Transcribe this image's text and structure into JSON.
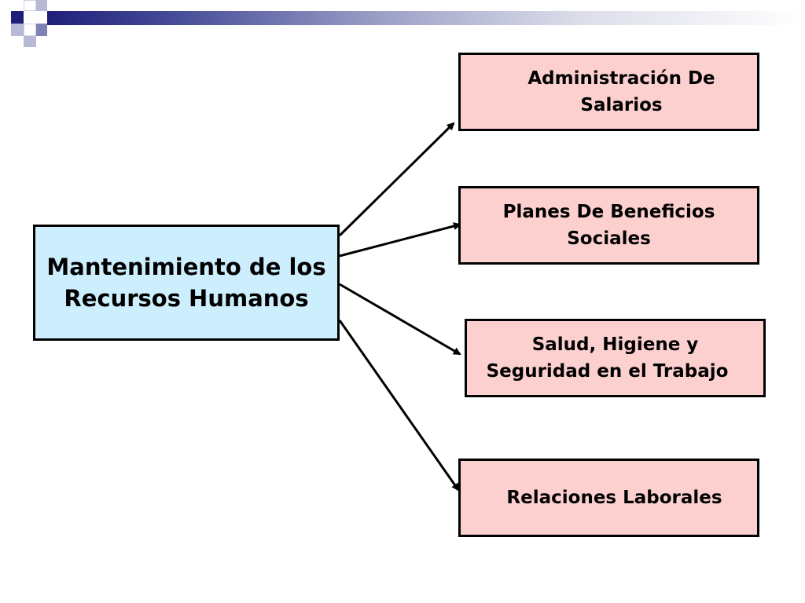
{
  "diagram": {
    "center": {
      "line1": "Mantenimiento de los",
      "line2": "Recursos Humanos"
    },
    "children": [
      {
        "line1": "Administración De",
        "line2": "Salarios"
      },
      {
        "line1": "Planes De Beneficios",
        "line2": "Sociales"
      },
      {
        "line1": "Salud, Higiene y",
        "line2": "Seguridad en el Trabajo"
      },
      {
        "line1": "Relaciones Laborales",
        "line2": ""
      }
    ]
  },
  "colors": {
    "center_fill": "#cdeefd",
    "child_fill": "#fdd0d0",
    "header_accent": "#1f1f7a"
  }
}
